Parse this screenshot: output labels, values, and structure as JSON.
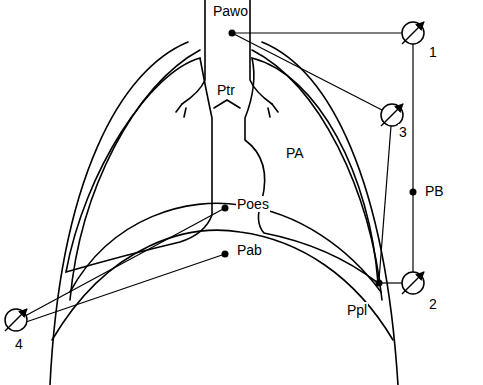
{
  "diagram": {
    "labels": [
      "Pawo",
      "Ptr",
      "PA",
      "Poes",
      "Pab",
      "Ppl",
      "PB",
      "1",
      "2",
      "3",
      "4"
    ]
  }
}
